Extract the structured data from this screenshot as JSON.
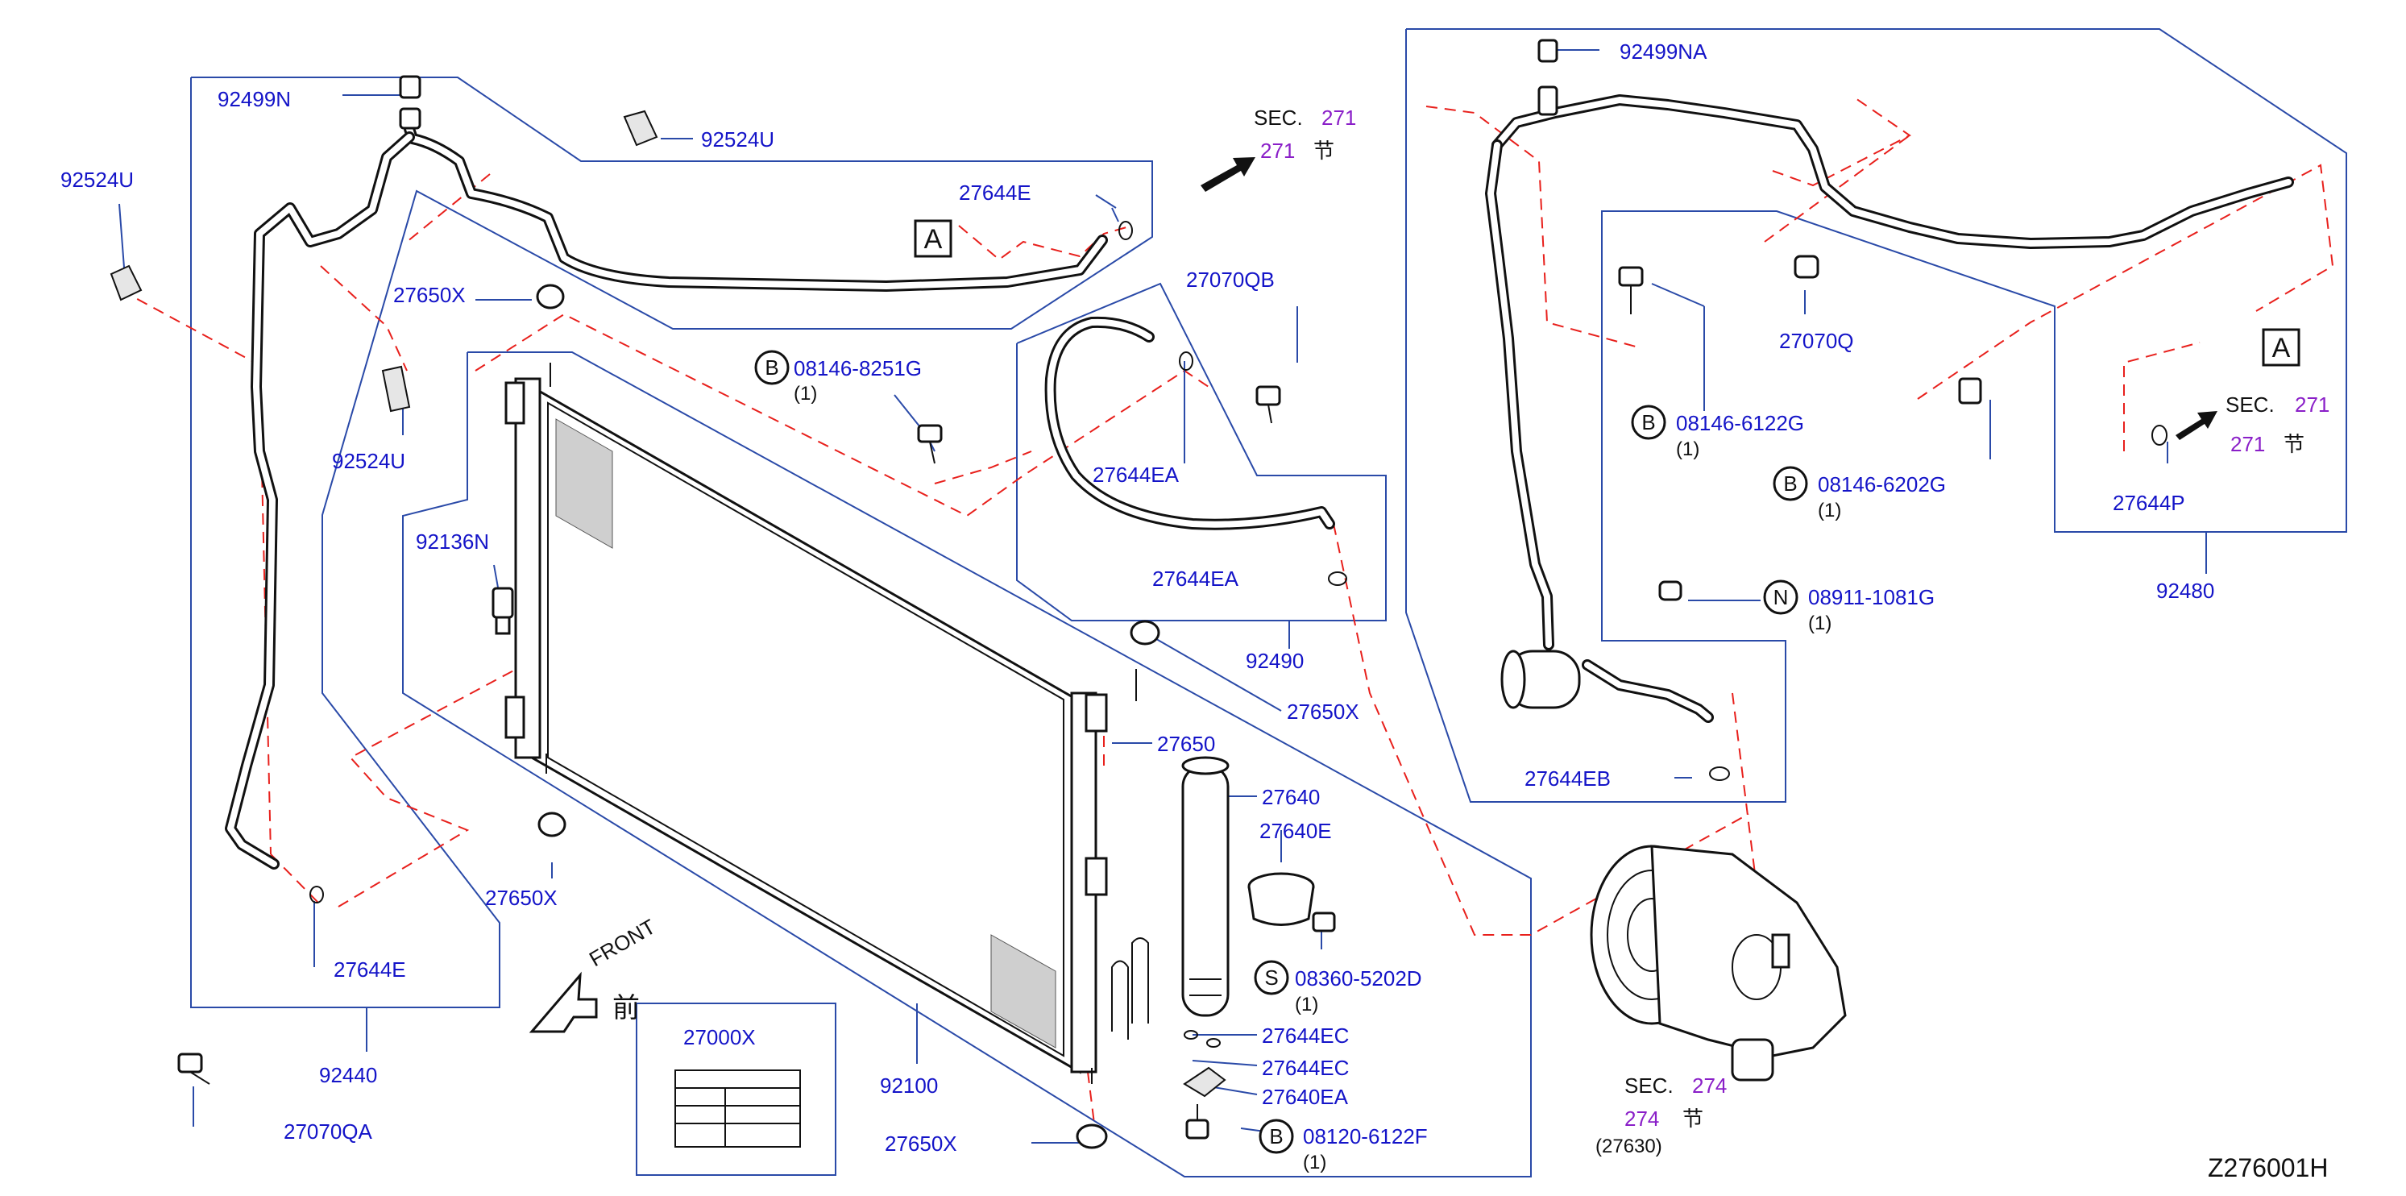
{
  "diagram_id": "Z276001H",
  "front_label": "FRONT",
  "front_kanji": "前",
  "section_refs": [
    {
      "prefix": "SEC.",
      "num": "271",
      "kanji": "节"
    },
    {
      "prefix": "SEC.",
      "num": "271",
      "kanji": "节"
    },
    {
      "prefix": "SEC.",
      "num": "274",
      "kanji": "节",
      "part": "(27630)"
    }
  ],
  "ref_markers": {
    "B": "B",
    "S": "S",
    "N": "N",
    "A": "A"
  },
  "labels": {
    "p92499N": "92499N",
    "p92524U_a": "92524U",
    "p92524U_b": "92524U",
    "p92524U_c": "92524U",
    "p27644E_a": "27644E",
    "p27650X_a": "27650X",
    "p27070QB": "27070QB",
    "p08146_8251G": "08146-8251G",
    "p27644EA_a": "27644EA",
    "p27644EA_b": "27644EA",
    "p92136N": "92136N",
    "p92490": "92490",
    "p27650X_b": "27650X",
    "p27650": "27650",
    "p27640": "27640",
    "p27640E": "27640E",
    "p27650X_c": "27650X",
    "p27644E_b": "27644E",
    "p08360_5202D": "08360-5202D",
    "p92440": "92440",
    "p27000X": "27000X",
    "p92100": "92100",
    "p27644EC_a": "27644EC",
    "p27644EC_b": "27644EC",
    "p27640EA": "27640EA",
    "p27070QA": "27070QA",
    "p27650X_d": "27650X",
    "p08120_6122F": "08120-6122F",
    "p92499NA": "92499NA",
    "p27070Q": "27070Q",
    "p08146_6122G": "08146-6122G",
    "p08146_6202G": "08146-6202G",
    "p27644P": "27644P",
    "p92480": "92480",
    "p08911_1081G": "08911-1081G",
    "p27644EB": "27644EB"
  },
  "quantities": {
    "q08146_8251G": "(1)",
    "q08146_6122G": "(1)",
    "q08146_6202G": "(1)",
    "q08911_1081G": "(1)",
    "q08360_5202D": "(1)",
    "q08120_6122F": "(1)"
  },
  "colors": {
    "part_number": "#1414c8",
    "section_number": "#8a1fc8",
    "leader_line": "#2a4aa8",
    "dashed_guide": "#e8201c",
    "line_art": "#111111"
  }
}
